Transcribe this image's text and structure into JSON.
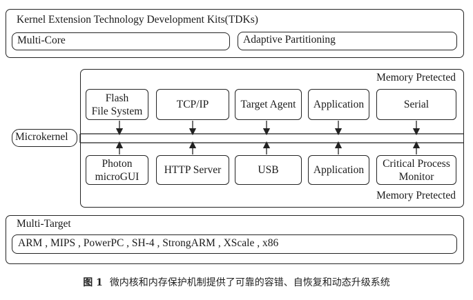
{
  "tdk": {
    "title": "Kernel Extension Technology Development Kits(TDKs)",
    "items": [
      "Multi-Core",
      "Adaptive Partitioning"
    ]
  },
  "microkernel": {
    "label": "Microkernel",
    "top_label": "Memory Pretected",
    "bottom_label": "Memory Pretected",
    "top_modules": [
      "Flash\nFile System",
      "TCP/IP",
      "Target Agent",
      "Application",
      "Serial"
    ],
    "bottom_modules": [
      "Photon\nmicroGUI",
      "HTTP Server",
      "USB",
      "Application",
      "Critical Process\nMonitor"
    ]
  },
  "multitarget": {
    "title": "Multi-Target",
    "architectures": "ARM , MIPS , PowerPC , SH-4 , StrongARM , XScale , x86"
  },
  "caption": {
    "figure_number": "图 1",
    "text": "微内核和内存保护机制提供了可靠的容错、自恢复和动态升级系统"
  }
}
